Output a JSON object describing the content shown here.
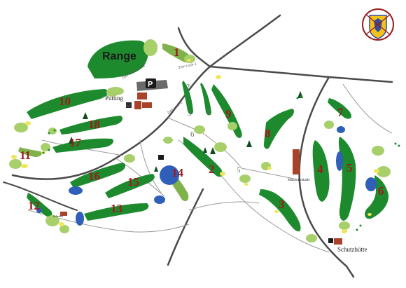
{
  "labels": {
    "range": "Range",
    "putting": "Putting",
    "parking": "P",
    "schutzhuette": "Schutzhütte",
    "maschinenhalle": "Maschinenhalle",
    "schreber": "Schreber",
    "road_lock1": "Zum Loch 1 & 11",
    "road_lock2": "Zum Loch 2",
    "road_lock1b": "Zum Loch 1",
    "wc": "WC"
  },
  "holes": [
    "1",
    "2",
    "3",
    "4",
    "5",
    "6",
    "7",
    "8",
    "9",
    "10",
    "11",
    "12",
    "13",
    "14",
    "15",
    "16",
    "17",
    "18"
  ],
  "small_numbers": [
    "2",
    "3",
    "1",
    "6",
    "5"
  ],
  "colors": {
    "fairway": "#1e8a2e",
    "fairway_dark": "#136b22",
    "green_light": "#a7cf6a",
    "rough": "#7fb24a",
    "water": "#2f5fb8",
    "sand": "#f0e65a",
    "road": "#4a4a4a",
    "path": "#9a9a9a",
    "building": "#a8432a",
    "hole_number": "#9b1b1b"
  },
  "icons": [
    "crest-logo-icon",
    "parking-icon",
    "wc-icon",
    "tree-icon"
  ]
}
